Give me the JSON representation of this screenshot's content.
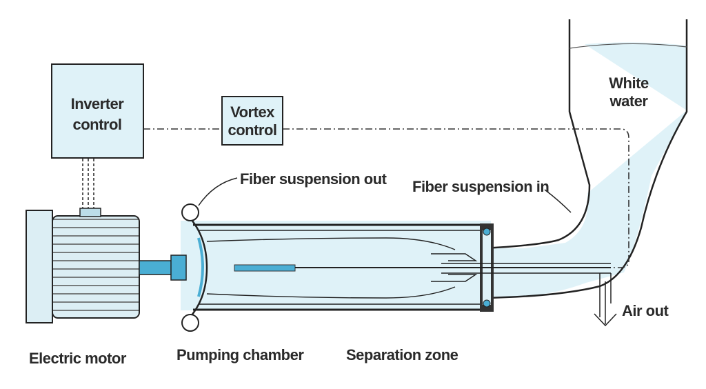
{
  "labels": {
    "inverter_line1": "Inverter",
    "inverter_line2": "control",
    "vortex_line1": "Vortex",
    "vortex_line2": "control",
    "white_line1": "White",
    "white_line2": "water",
    "fiber_out": "Fiber suspension out",
    "fiber_in": "Fiber suspension in",
    "air_out": "Air out",
    "electric_motor": "Electric motor",
    "pumping_chamber": "Pumping chamber",
    "separation_zone": "Separation zone"
  },
  "colors": {
    "fluid": "#dff2f8",
    "shaft": "#4aaed4",
    "motor_body": "#dceef4",
    "line": "#222222"
  },
  "icons": [
    "electric-motor-icon",
    "air-out-arrow-icon"
  ]
}
